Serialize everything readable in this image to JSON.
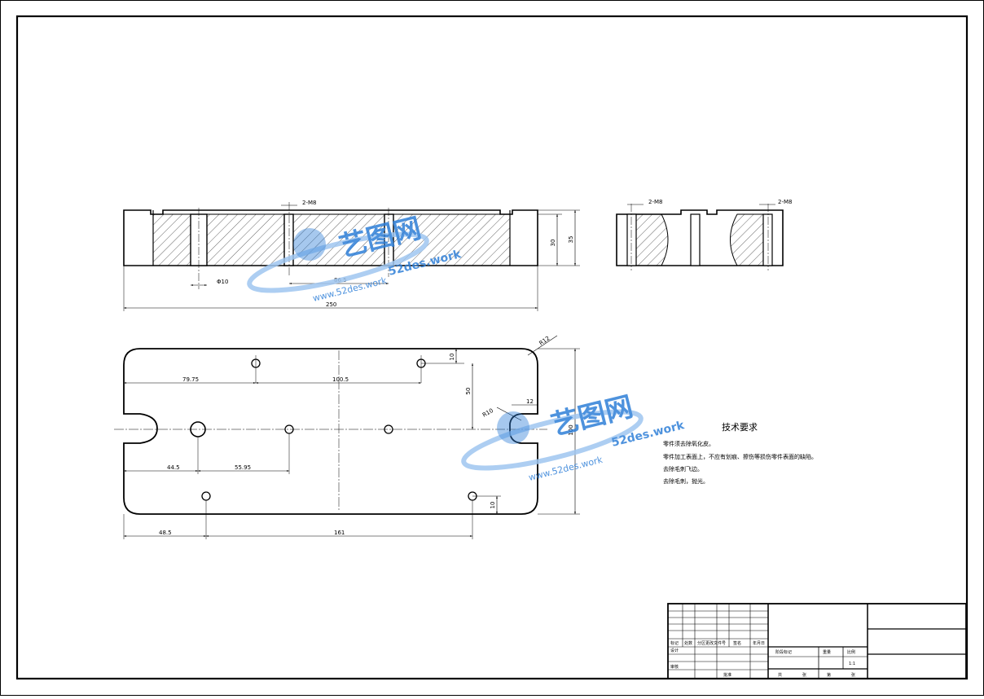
{
  "drawing": {
    "dimensions": {
      "chamfer_left_front": "2-M8",
      "hole_dia": "Φ10",
      "center_span": "86.5",
      "overall_length": "250",
      "height_inner": "30",
      "height_outer": "35",
      "chamfer_side_left": "2-M8",
      "chamfer_side_right": "2-M8",
      "corner_radius": "R12",
      "top_hole_offset": "10",
      "x_79_75": "79.75",
      "x_100_5": "100.5",
      "y_50": "50",
      "slot_r10": "R10",
      "slot_12": "12",
      "x_44_5": "44.5",
      "x_55_95": "55.95",
      "bottom_hole_offset": "10",
      "x_48_5": "48.5",
      "x_161": "161",
      "plan_height": "100"
    },
    "tech_requirements": {
      "title": "技术要求",
      "items": [
        "零件须去除氧化皮。",
        "零件加工表面上，不应有划痕、擦伤等损伤零件表面的缺陷。",
        "去除毛刺飞边。",
        "去除毛刺，抛光。"
      ]
    },
    "watermark": {
      "brand": "艺图网",
      "domain": "52des.work",
      "url": "www.52des.work"
    },
    "title_block": {
      "scale": "1:1",
      "row_labels": [
        "标记",
        "处数",
        "分区",
        "更改文件号",
        "签名",
        "年月日"
      ],
      "sign_labels": [
        "设计",
        "审核"
      ],
      "stage_labels": [
        "阶段标记",
        "重量",
        "比例"
      ],
      "sheet_labels": [
        "共",
        "张",
        "第",
        "张"
      ],
      "approve_label": "批准"
    },
    "colors": {
      "line": "#000000",
      "hatch": "#000000",
      "watermark_blue": "#2f7fd8",
      "watermark_light": "#9fc6f0",
      "titleblock_green": "#00c000"
    }
  }
}
